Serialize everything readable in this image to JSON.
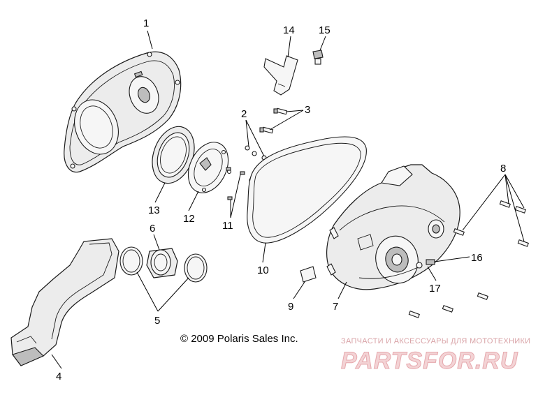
{
  "callouts": [
    {
      "n": "1"
    },
    {
      "n": "2"
    },
    {
      "n": "3"
    },
    {
      "n": "4"
    },
    {
      "n": "5"
    },
    {
      "n": "6"
    },
    {
      "n": "7"
    },
    {
      "n": "8"
    },
    {
      "n": "9"
    },
    {
      "n": "10"
    },
    {
      "n": "11"
    },
    {
      "n": "12"
    },
    {
      "n": "13"
    },
    {
      "n": "14"
    },
    {
      "n": "15"
    },
    {
      "n": "16"
    },
    {
      "n": "17"
    }
  ],
  "copyright": "© 2009 Polaris Sales Inc.",
  "watermark": {
    "subtitle": "ЗАПЧАСТИ И АКСЕССУАРЫ ДЛЯ МОТОТЕХНИКИ",
    "brand": "PARTSFOR.RU",
    "brand_color": "#e6a8ad"
  }
}
